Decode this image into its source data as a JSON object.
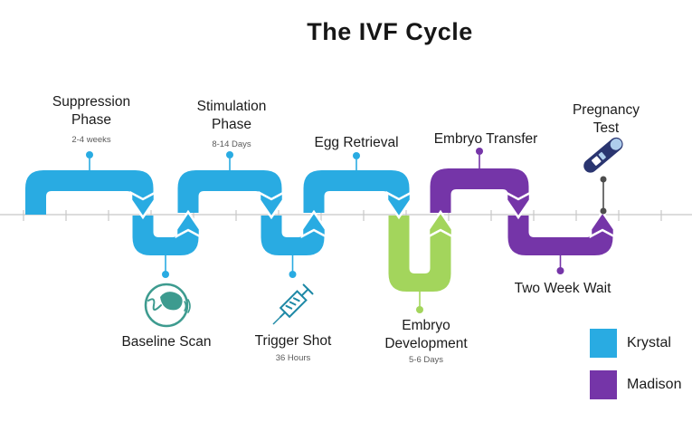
{
  "title": "The IVF Cycle",
  "colors": {
    "krystal": "#29ABE2",
    "madison": "#7535A8",
    "embryo_green": "#A3D55C",
    "ultrasound_teal": "#3D9B8F",
    "syringe_teal": "#1E89A6",
    "pregnancy_navy": "#2A3570",
    "pregnancy_window": "#AECDEC",
    "end_marker_gray": "#4D4D4D"
  },
  "phases": {
    "suppression": {
      "label": "Suppression Phase",
      "duration": "2-4 weeks"
    },
    "baseline_scan": {
      "label": "Baseline Scan"
    },
    "stimulation": {
      "label": "Stimulation Phase",
      "duration": "8-14 Days"
    },
    "trigger_shot": {
      "label": "Trigger Shot",
      "duration": "36 Hours"
    },
    "egg_retrieval": {
      "label": "Egg Retrieval"
    },
    "embryo_development": {
      "label": "Embryo Development",
      "duration": "5-6 Days"
    },
    "embryo_transfer": {
      "label": "Embryo Transfer"
    },
    "two_week_wait": {
      "label": "Two Week Wait"
    },
    "pregnancy_test": {
      "label": "Pregnancy Test"
    }
  },
  "icons": {
    "baseline_scan": "ultrasound-probe-icon",
    "trigger_shot": "syringe-icon",
    "pregnancy_test": "pregnancy-test-stick-icon"
  },
  "legend": {
    "krystal": "Krystal",
    "madison": "Madison"
  }
}
